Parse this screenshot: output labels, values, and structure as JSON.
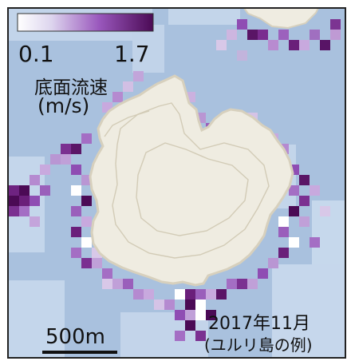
{
  "colors": {
    "water_base": "#a9c1de",
    "land": "#efece1",
    "land_edge": "#d7d0bd",
    "contour": "#d2cbb6",
    "flow_low": "#ffffff",
    "flow_high": "#4b0a55",
    "frame": "#222222"
  },
  "legend": {
    "min_label": "0.1",
    "max_label": "1.7",
    "title": "底面流速",
    "unit": "(m/s)"
  },
  "annotation": {
    "date": "2017年11月",
    "caption": "(ユルリ島の例)"
  },
  "scale": {
    "label": "500m"
  }
}
